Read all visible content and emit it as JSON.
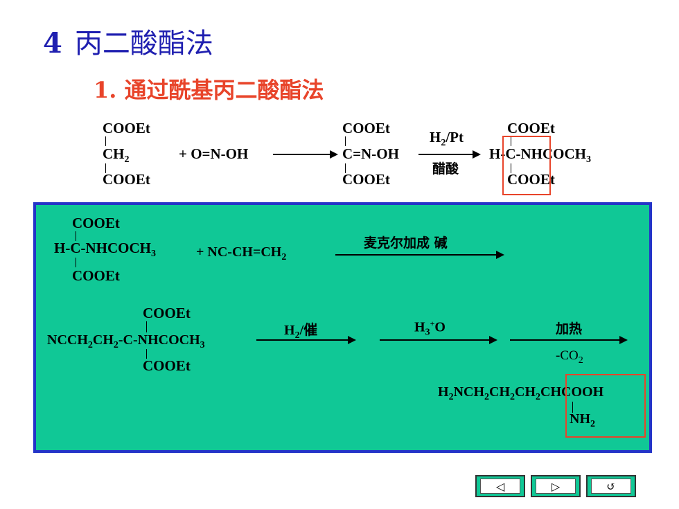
{
  "title": {
    "number": "4",
    "text": "丙二酸酯法"
  },
  "subtitle": "1. 通过酰基丙二酸酯法",
  "reaction1": {
    "malonate": {
      "top": "COOEt",
      "mid": "CH",
      "mid_sub": "2",
      "bottom": "COOEt"
    },
    "plus_reagent": "+ O=N-OH",
    "oxime": {
      "top": "COOEt",
      "mid": "C=N-OH",
      "bottom": "COOEt"
    },
    "condition_top_a": "H",
    "condition_top_sub": "2",
    "condition_top_b": "/Pt",
    "condition_bottom": "醋酸",
    "product": {
      "top": "COOEt",
      "left": "H-",
      "mid_a": "C-NHCOCH",
      "mid_sub": "3",
      "bottom": "COOEt"
    }
  },
  "reaction2": {
    "reactant": {
      "top": "COOEt",
      "mid_a": "H-C-NHCOCH",
      "mid_sub": "3",
      "bottom": "COOEt"
    },
    "plus_reagent_a": "+ NC-CH=CH",
    "plus_reagent_sub": "2",
    "condition": "麦克尔加成 碱"
  },
  "reaction3": {
    "intermediate": {
      "top": "COOEt",
      "mid_a": "NCCH",
      "mid_s1": "2",
      "mid_b": "CH",
      "mid_s2": "2",
      "mid_c": "-C-NHCOCH",
      "mid_s3": "3",
      "bottom": "COOEt"
    },
    "step1_a": "H",
    "step1_sub": "2",
    "step1_b": "/催",
    "step2_a": "H",
    "step2_sub": "3",
    "step2_sup": "+",
    "step2_b": "O",
    "step3_top": "加热",
    "step3_bottom_a": "-CO",
    "step3_bottom_sub": "2",
    "product": {
      "a": "H",
      "s1": "2",
      "b": "NCH",
      "s2": "2",
      "c": "CH",
      "s3": "2",
      "d": "CH",
      "s4": "2",
      "e": "CHCOOH",
      "bottom": "NH",
      "bottom_sub": "2"
    }
  },
  "nav": {
    "prev_icon": "◁",
    "next_icon": "▷",
    "return_icon": "↺"
  },
  "colors": {
    "title": "#1f1fb0",
    "subtitle": "#e8442a",
    "panel_bg": "#10c896",
    "panel_border": "#2434c8",
    "highlight": "#e8442a"
  }
}
